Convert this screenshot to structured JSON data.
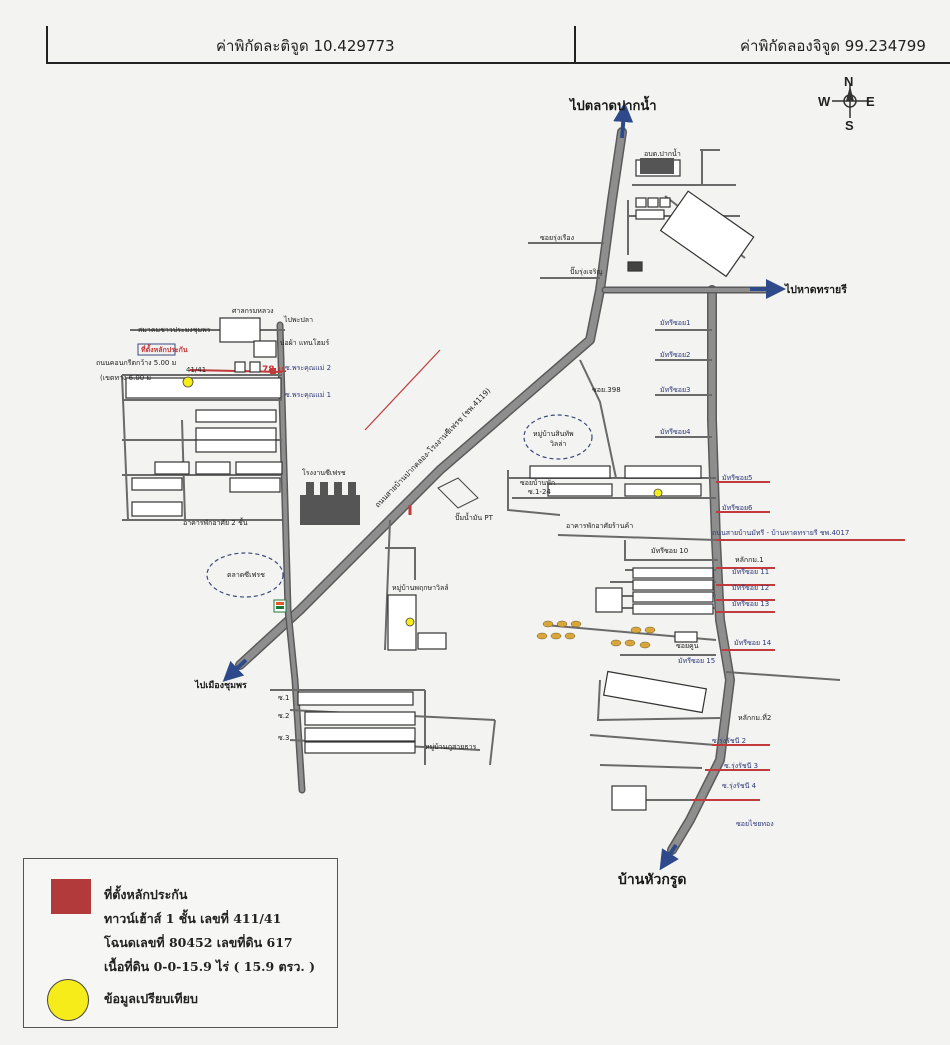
{
  "header": {
    "latitude_label": "ค่าพิกัดละติจูด 10.429773",
    "longitude_label": "ค่าพิกัดลองจิจูด 99.234799"
  },
  "compass": {
    "n": "N",
    "e": "E",
    "s": "S",
    "w": "W"
  },
  "map_labels": {
    "to_pak_nam": "ไปตลาดปากน้ำ",
    "to_sairee": "ไปหาดทรายรี",
    "to_chumphon": "ไปเมืองชุมพร",
    "to_hua_krud": "บ้านหัวกรูด",
    "obt_paknam": "อบต.ปากน้ำ",
    "soi_rung_rueang": "ซอยรุ่งเรือง",
    "pt_rung_jaroen": "ปั๊มรุ่งเจริญ",
    "sala": "ศาลกรมหลวง",
    "to_phasa": "ไปพะปลา",
    "samakhom": "สมาคมชาวประมงชุมพร",
    "collateral_tag": "ที่ตั้งหลักประกัน",
    "road_width_1": "ถนนคอนกรีตกว้าง 5.00 ม",
    "road_width_2": "(เขตทาง 6.00 ม",
    "house_no": "41/41",
    "seven_meter": "78 ม.",
    "phra_khun_mae_2": "ซ.พระคุณแม่ 2",
    "phra_khun_mae_1": "ซ.พระคุณแม่ 1",
    "sai_thong_tailor": "บ่อผ้า แทนโฮมร์",
    "factory": "โรงงานซีเฟรช",
    "market_seafresh": "ตลาดซีเฟรช",
    "two_storey": "อาคารพักอาศัย 2 ชั้น",
    "main_road": "ถนนสายบ้านปากคลอง-โรงงานซีเฟรช (ชพ.4119)",
    "soi_398": "ซอย.398",
    "village_sin_thong": "หมู่บ้านสินทัพ",
    "village_sin_thong_2": "วิลล่า",
    "soi_baan": "ซอยบ้านพัก",
    "soi_s1_24": "ซ.1-24",
    "pt_pump": "ปั๊มน้ำมัน PT",
    "building_store": "อาคารพักอาศัยร้านค้า",
    "mattaree_road": "ถนนสายบ้านมัทรี - บ้านหาดทรายรี ชพ.4017",
    "village_nava": "หมู่บ้านพฤกษาวิลล์",
    "village_phu": "หมู่บ้านภูสายธาร",
    "lak_1": "หลักกม.1",
    "lak_2": "หลักกม.ที่2",
    "so_1": "ซ.1",
    "so_2": "ซ.2",
    "so_3": "ซ.3",
    "soi_rung_2": "ซ.รุ่งรัชนี 2",
    "soi_rung_3": "ซ.รุ่งรัชนี 3",
    "soi_rung_4": "ซ.รุ่งรัชนี 4",
    "soi_chai_thong": "ซอยไชยทอง",
    "soi_khu": "ซอยคูน",
    "mattaree_1": "มัทรีซอย1",
    "mattaree_2": "มัทรีซอย2",
    "mattaree_3": "มัทรีซอย3",
    "mattaree_4": "มัทรีซอย4",
    "mattaree_5": "มัทรีซอย5",
    "mattaree_6": "มัทรีซอย6",
    "mattaree_10": "มัทรีซอย 10",
    "mattaree_11": "มัทรีซอย 11",
    "mattaree_12": "มัทรีซอย 12",
    "mattaree_13": "มัทรีซอย 13",
    "mattaree_14": "มัทรีซอย 14",
    "mattaree_15": "มัทรีซอย 15"
  },
  "legend": {
    "collateral_title": "ที่ตั้งหลักประกัน",
    "line_1": "ทาวน์เฮ้าส์ 1 ชั้น เลขที่ 411/41",
    "line_2": "โฉนดเลขที่ 80452 เลขที่ดิน 617",
    "line_3": "เนื้อที่ดิน 0-0-15.9 ไร่ ( 15.9 ตรว. )",
    "comparison": "ข้อมูลเปรียบเทียบ"
  },
  "colors": {
    "road": "#8e8e8e",
    "road_edge": "#5a5a5a",
    "arrow": "#2f4a8a",
    "red_road": "#c23a3a",
    "collateral": "#b33a3a",
    "comparison": "#f5ec1a"
  }
}
